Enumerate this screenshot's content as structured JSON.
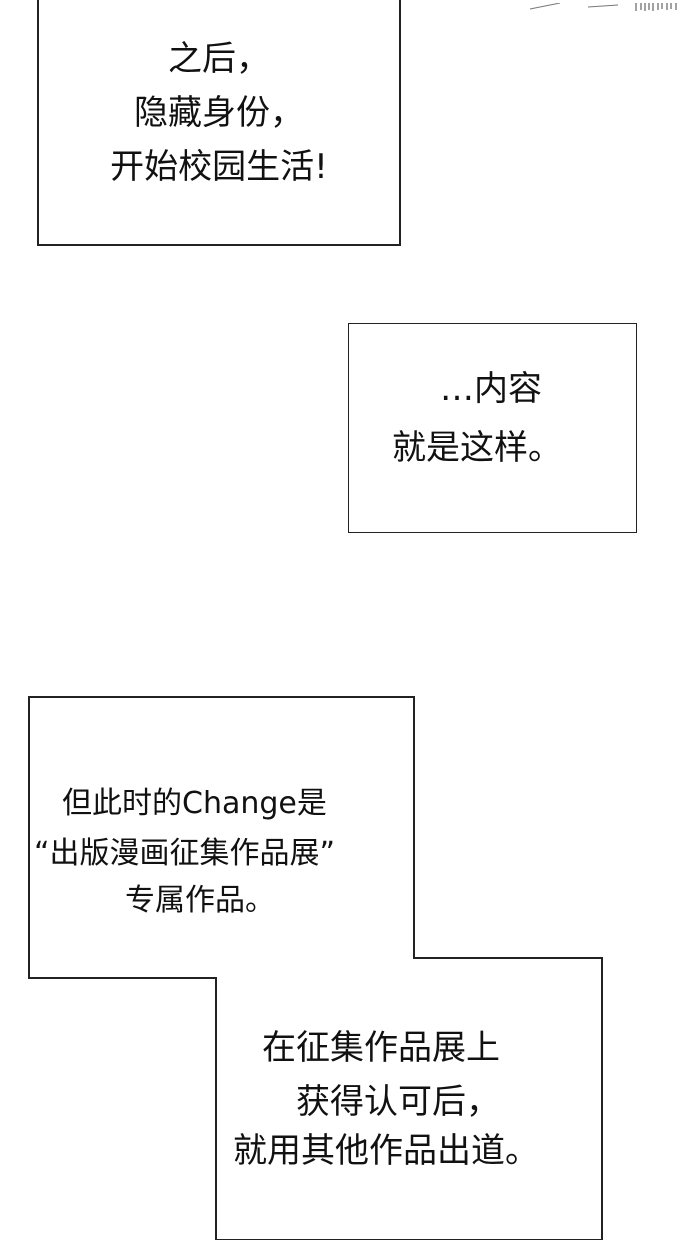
{
  "panel_1": {
    "lines": [
      "之后，",
      "隐藏身份，",
      "开始校园生活!"
    ]
  },
  "panel_2": {
    "lines": [
      "…内容",
      "就是这样。"
    ]
  },
  "panel_3": {
    "lines": [
      "但此时的Change是",
      "“出版漫画征集作品展”",
      "专属作品。"
    ]
  },
  "panel_4": {
    "lines": [
      "在征集作品展上",
      "获得认可后，",
      "就用其他作品出道。"
    ]
  }
}
